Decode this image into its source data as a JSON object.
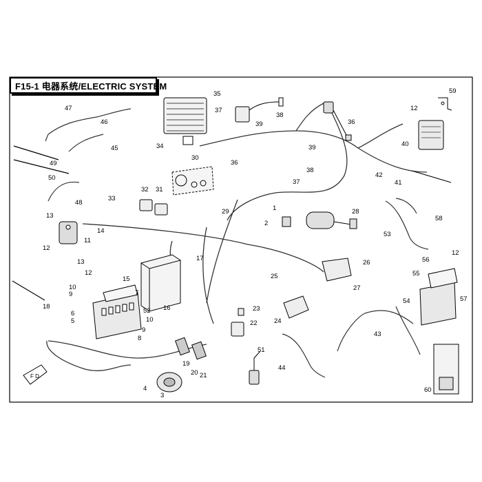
{
  "title": "F15-1 电器系统/ELECTRIC SYSTEM",
  "callouts": [
    "1",
    "2",
    "3",
    "4",
    "5",
    "6",
    "7",
    "8",
    "9",
    "10",
    "11",
    "12",
    "13",
    "14",
    "15",
    "16",
    "17",
    "18",
    "19",
    "20",
    "21",
    "22",
    "23",
    "24",
    "25",
    "26",
    "27",
    "28",
    "29",
    "30",
    "31",
    "32",
    "33",
    "34",
    "35",
    "36",
    "37",
    "38",
    "39",
    "40",
    "41",
    "42",
    "43",
    "44",
    "45",
    "46",
    "47",
    "48",
    "49",
    "50",
    "51",
    "52",
    "53",
    "54",
    "55",
    "56",
    "57",
    "58",
    "59",
    "60"
  ]
}
